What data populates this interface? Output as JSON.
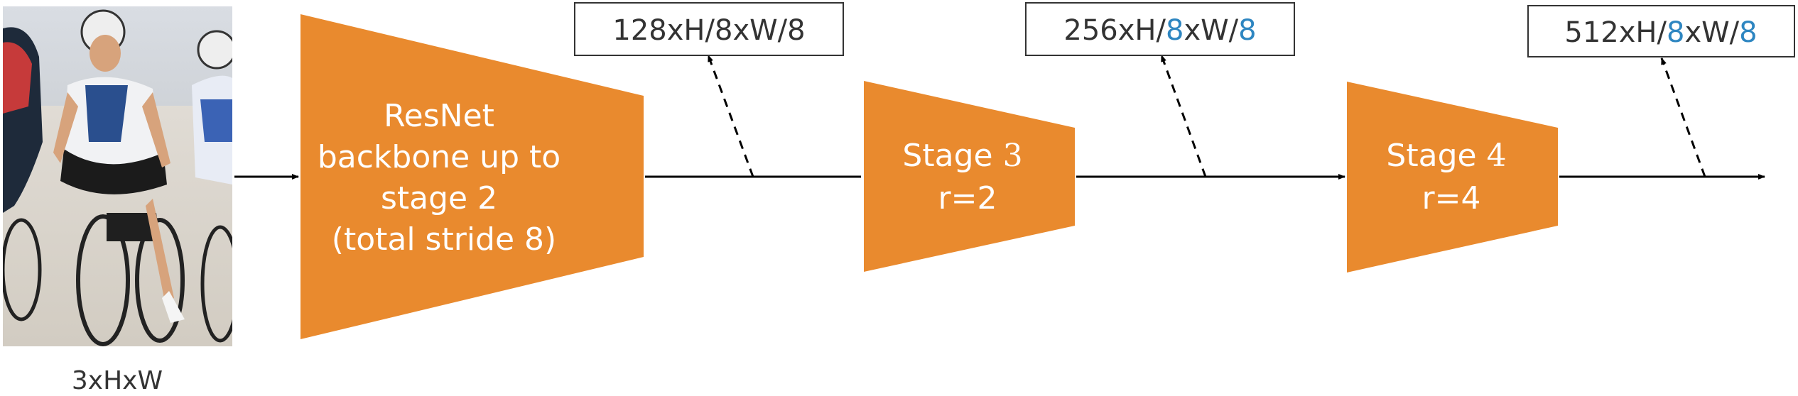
{
  "input": {
    "caption": "3xHxW",
    "photo_desc": "cyclists photo"
  },
  "blocks": {
    "backbone": [
      "ResNet",
      "backbone up to",
      "stage 2",
      "(total stride 8)"
    ],
    "stage3": {
      "name": "Stage",
      "num": "3",
      "rate": "r=2"
    },
    "stage4": {
      "name": "Stage",
      "num": "4",
      "rate": "r=4"
    }
  },
  "outputs": {
    "out1": {
      "a": "128xH/",
      "b": "8",
      "c": "xW/",
      "d": "8"
    },
    "out2": {
      "a": "256xH/",
      "b": "8",
      "c": "xW/",
      "d": "8"
    },
    "out3": {
      "a": "512xH/",
      "b": "8",
      "c": "xW/",
      "d": "8"
    }
  },
  "colors": {
    "block": "#E98A2E",
    "highlight": "#2E86C1",
    "text": "#333333",
    "line": "#000000"
  }
}
